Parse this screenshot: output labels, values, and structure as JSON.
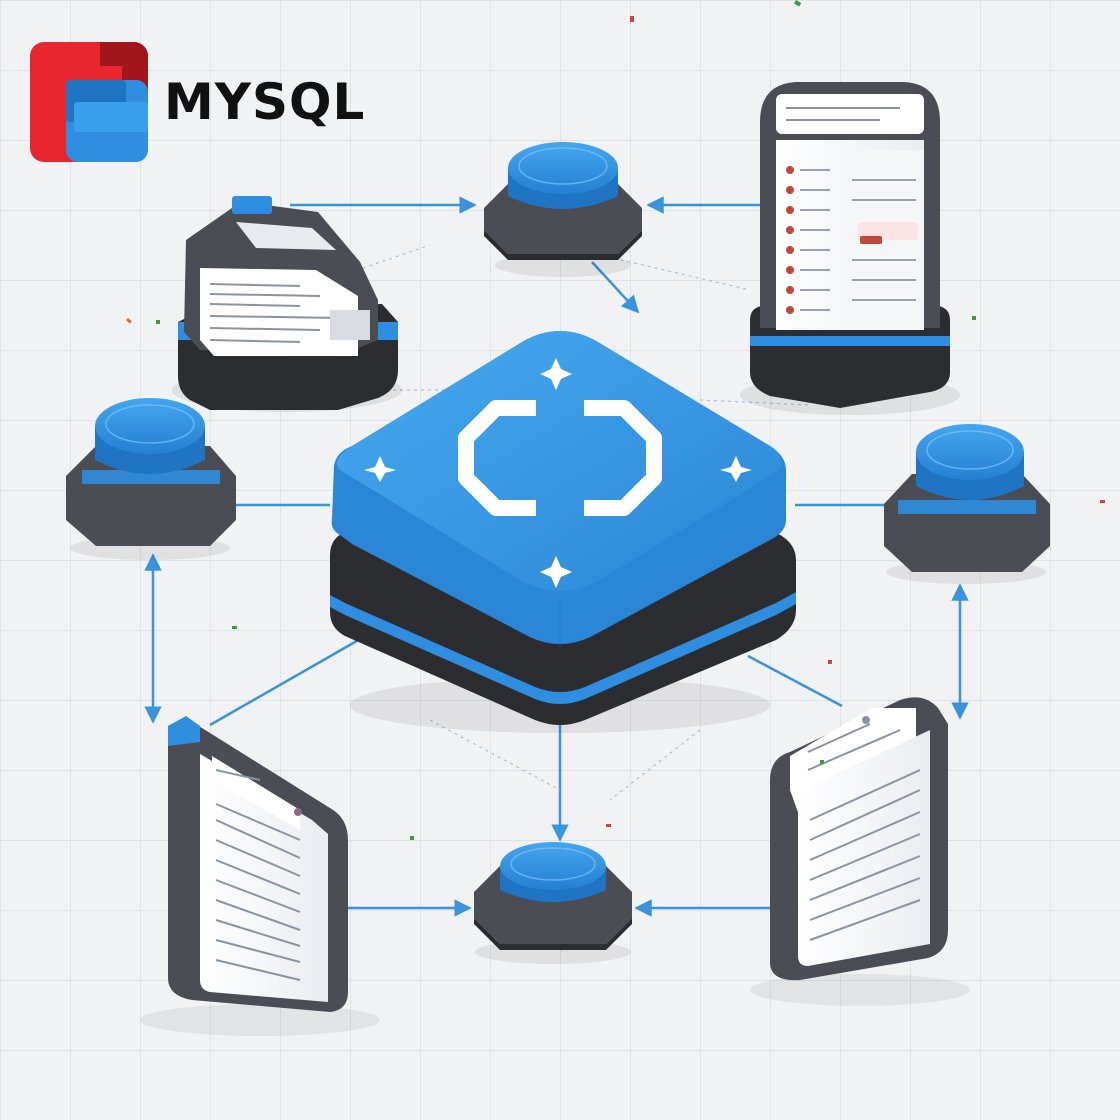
{
  "brand": {
    "name": "MYSQL",
    "logo_icon": "mysql-logo-icon",
    "colors": {
      "red": "#e8262f",
      "blue": "#2f8ee0"
    }
  },
  "diagram": {
    "hub": {
      "icon": "sync-icon",
      "color": "#3b9de8"
    },
    "nodes": [
      {
        "id": "server-top-left",
        "icon": "server-icon"
      },
      {
        "id": "rack-top-right",
        "icon": "server-rack-icon"
      },
      {
        "id": "button-top",
        "icon": "node-button-icon"
      },
      {
        "id": "button-left",
        "icon": "node-button-icon"
      },
      {
        "id": "button-right",
        "icon": "node-button-icon"
      },
      {
        "id": "button-bottom",
        "icon": "node-button-icon"
      },
      {
        "id": "document-bottom-left",
        "icon": "document-stack-icon"
      },
      {
        "id": "document-bottom-right",
        "icon": "document-stack-icon"
      }
    ],
    "colors": {
      "accent": "#2f8ee0",
      "dark": "#4a4d53",
      "darker": "#2b2d31",
      "arrow": "#3a93dc"
    }
  }
}
